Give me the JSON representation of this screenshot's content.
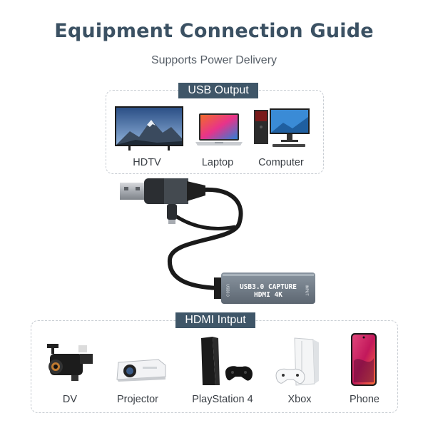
{
  "header": {
    "title": "Equipment Connection Guide",
    "subtitle": "Supports Power Delivery"
  },
  "usb_output": {
    "tag": "USB Output",
    "devices": [
      {
        "label": "HDTV",
        "icon": "tv-icon"
      },
      {
        "label": "Laptop",
        "icon": "laptop-icon"
      },
      {
        "label": "Computer",
        "icon": "desktop-computer-icon"
      }
    ]
  },
  "adapter": {
    "line1": "USB3.0 CAPTURE",
    "line2": "HDMI 4K",
    "usb_side": "USB3.0",
    "hdmi_side": "INPUT"
  },
  "hdmi_input": {
    "tag": "HDMI Intput",
    "devices": [
      {
        "label": "DV",
        "icon": "camcorder-icon"
      },
      {
        "label": "Projector",
        "icon": "projector-icon"
      },
      {
        "label": "PlayStation 4",
        "icon": "game-console-icon"
      },
      {
        "label": "Xbox",
        "icon": "xbox-console-icon"
      },
      {
        "label": "Phone",
        "icon": "smartphone-icon"
      }
    ]
  },
  "colors": {
    "title": "#3b5163",
    "tag_bg": "#3f5668",
    "adapter_body": "#6e7a86"
  }
}
